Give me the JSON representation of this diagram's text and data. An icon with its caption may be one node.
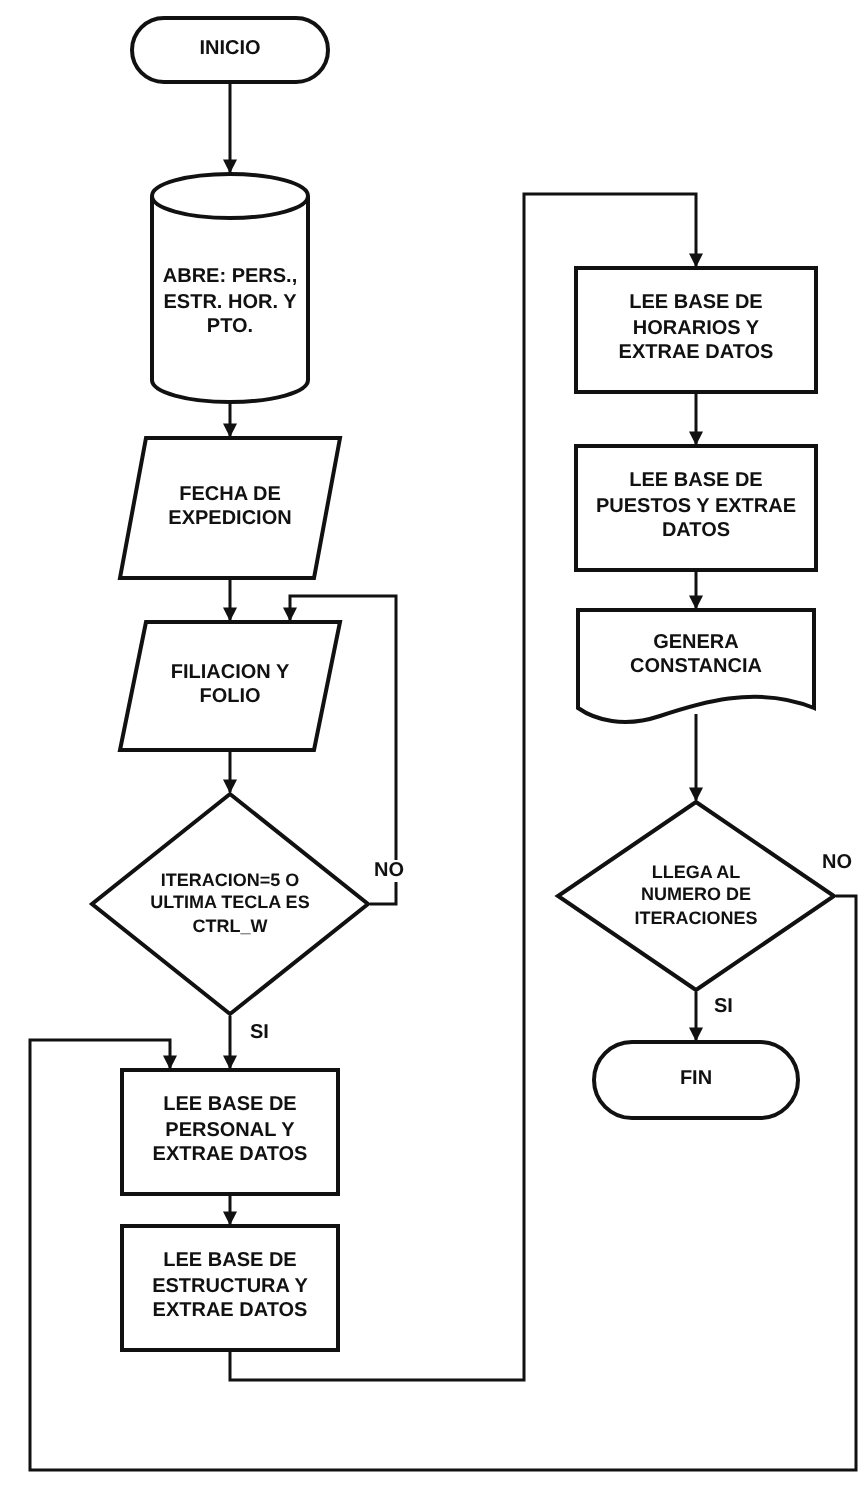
{
  "diagram": {
    "nodes": [
      {
        "text": [
          "INICIO"
        ]
      },
      {
        "text": [
          "ABRE: PERS., ESTR. HOR. Y PTO."
        ]
      },
      {
        "text": [
          "FECHA DE EXPEDICION"
        ]
      },
      {
        "text": [
          "FILIACION Y FOLIO"
        ]
      },
      {
        "text": [
          "ITERACION=5 O ULTIMA TECLA ES CTRL_W"
        ]
      },
      {
        "text": [
          "LEE BASE DE PERSONAL Y EXTRAE DATOS"
        ]
      },
      {
        "text": [
          "LEE BASE DE ESTRUCTURA Y EXTRAE DATOS"
        ]
      },
      {
        "text": [
          "LEE BASE DE HORARIOS Y EXTRAE DATOS"
        ]
      },
      {
        "text": [
          "LEE BASE DE PUESTOS Y EXTRAE DATOS"
        ]
      },
      {
        "text": [
          "GENERA CONSTANCIA"
        ]
      },
      {
        "text": [
          "LLEGA AL NUMERO DE ITERACIONES"
        ]
      },
      {
        "text": [
          "FIN"
        ]
      }
    ],
    "edges": [
      {
        "from": 0,
        "to": 1,
        "arrow": "to"
      },
      {
        "from": 1,
        "to": 2,
        "arrow": "to"
      },
      {
        "from": 2,
        "to": 3,
        "arrow": "to"
      },
      {
        "from": 3,
        "to": 4,
        "arrow": "to"
      },
      {
        "from": 4,
        "to": 3,
        "arrow": "to",
        "label": "NO"
      },
      {
        "from": 4,
        "to": 5,
        "arrow": "to",
        "label": "SI"
      },
      {
        "from": 5,
        "to": 6,
        "arrow": "to"
      },
      {
        "from": 6,
        "to": 7,
        "arrow": "to"
      },
      {
        "from": 7,
        "to": 8,
        "arrow": "to"
      },
      {
        "from": 8,
        "to": 9,
        "arrow": "to"
      },
      {
        "from": 9,
        "to": 10,
        "arrow": "to"
      },
      {
        "from": 10,
        "to": 11,
        "arrow": "to",
        "label": "SI"
      },
      {
        "from": 10,
        "to": 5,
        "arrow": "to",
        "label": "NO"
      }
    ]
  }
}
